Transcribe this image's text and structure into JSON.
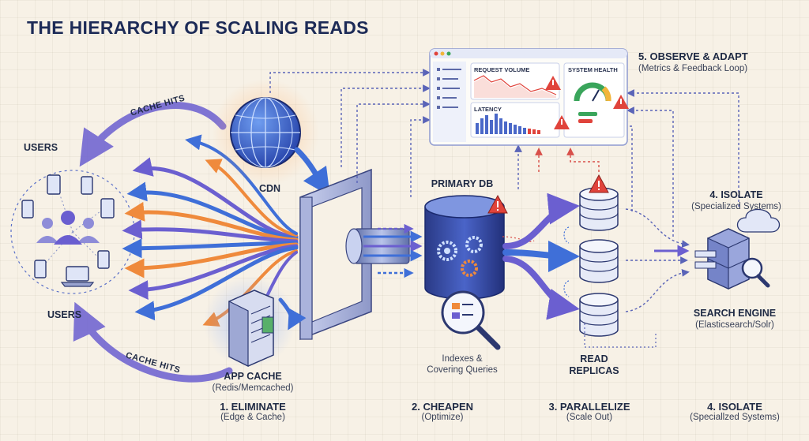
{
  "title": "THE HIERARCHY OF SCALING READS",
  "users": {
    "top_label": "USERS",
    "bottom_label": "USERS"
  },
  "cache_hits": {
    "top": "CACHE HITS",
    "bottom": "CACHE HITS"
  },
  "cdn": {
    "label": "CDN"
  },
  "app_cache": {
    "label": "APP CACHE",
    "sub": "(Redis/Memcached)"
  },
  "primary_db": {
    "label": "PRIMARY DB"
  },
  "indexes": {
    "line1": "Indexes &",
    "line2": "Covering Queries"
  },
  "read_replicas": {
    "line1": "READ",
    "line2": "REPLICAS"
  },
  "observe": {
    "label": "5. OBSERVE & ADAPT",
    "sub": "(Metrics & Feedback Loop)"
  },
  "dashboard": {
    "request_volume": "REQUEST VOLUME",
    "system_health": "SYSTEM HEALTH",
    "latency": "LATENCY"
  },
  "isolate_top": {
    "label": "4. ISOLATE",
    "sub": "(Specialized Systems)"
  },
  "search_engine": {
    "label": "SEARCH ENGINE",
    "sub": "(Elasticsearch/Solr)"
  },
  "steps": [
    {
      "label": "1. ELIMINATE",
      "sub": "(Edge & Cache)"
    },
    {
      "label": "2. CHEAPEN",
      "sub": "(Optimize)"
    },
    {
      "label": "3. PARALLELIZE",
      "sub": "(Scale Out)"
    },
    {
      "label": "4. ISOLATE",
      "sub": "(Speciallzed Systems)"
    }
  ],
  "colors": {
    "purple": "#6b5fd0",
    "blue": "#3f6fd8",
    "orange": "#ef8a3c",
    "navy": "#1d2b57",
    "warning": "#e0433b",
    "green": "#3aa55b"
  }
}
